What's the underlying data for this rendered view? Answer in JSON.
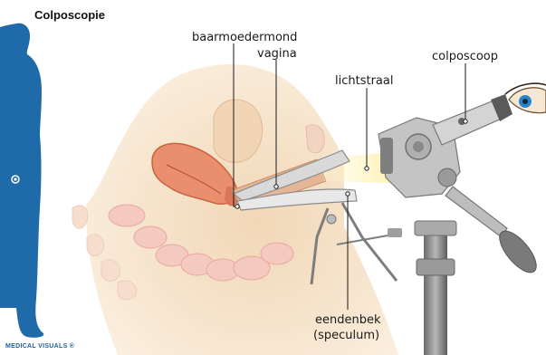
{
  "title": "Colposcopie",
  "labels": {
    "cervix": "baarmoedermond",
    "vagina": "vagina",
    "light": "lichtstraal",
    "colposcope": "colposcoop",
    "speculum_1": "eendenbek",
    "speculum_2": "(speculum)"
  },
  "brand": "MEDICAL VISUALS ®",
  "colors": {
    "silhouette": "#1f6aa8",
    "skin": "#f6e2c6",
    "uterus": "#ea8f6d",
    "bone": "#f2d6c4",
    "instrument": "#c8c8c8",
    "light_beam": "#fff3c0"
  },
  "icons": [
    "body-silhouette",
    "eye-icon",
    "colposcope-device",
    "speculum-device"
  ]
}
